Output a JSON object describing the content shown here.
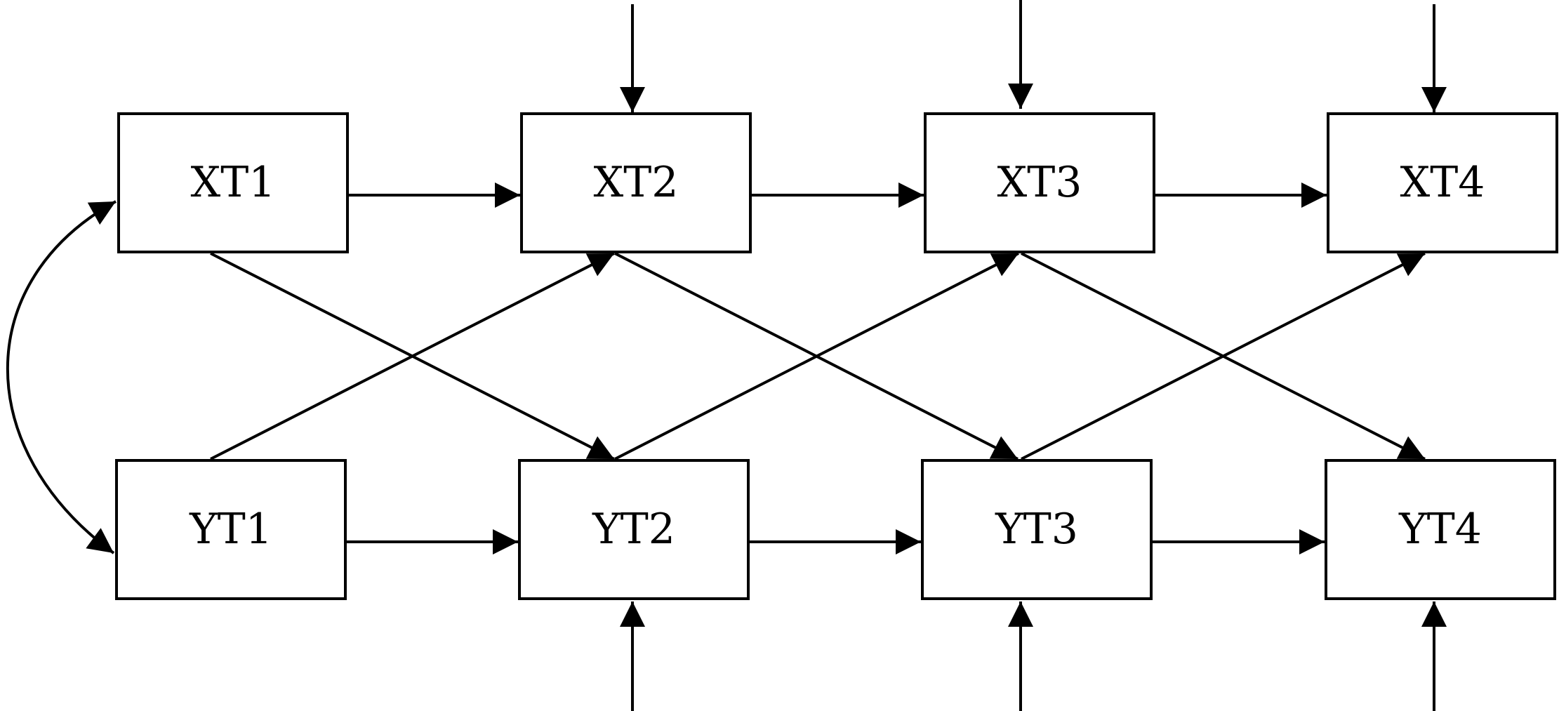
{
  "diagram": {
    "type": "cross-lagged path diagram",
    "colors": {
      "stroke": "#000000",
      "background": "#ffffff"
    },
    "nodes": [
      {
        "id": "XT1",
        "label": "XT1"
      },
      {
        "id": "XT2",
        "label": "XT2"
      },
      {
        "id": "XT3",
        "label": "XT3"
      },
      {
        "id": "XT4",
        "label": "XT4"
      },
      {
        "id": "YT1",
        "label": "YT1"
      },
      {
        "id": "YT2",
        "label": "YT2"
      },
      {
        "id": "YT3",
        "label": "YT3"
      },
      {
        "id": "YT4",
        "label": "YT4"
      }
    ],
    "edges": [
      {
        "from": "XT1",
        "to": "XT2",
        "kind": "autoregressive"
      },
      {
        "from": "XT2",
        "to": "XT3",
        "kind": "autoregressive"
      },
      {
        "from": "XT3",
        "to": "XT4",
        "kind": "autoregressive"
      },
      {
        "from": "YT1",
        "to": "YT2",
        "kind": "autoregressive"
      },
      {
        "from": "YT2",
        "to": "YT3",
        "kind": "autoregressive"
      },
      {
        "from": "YT3",
        "to": "YT4",
        "kind": "autoregressive"
      },
      {
        "from": "XT1",
        "to": "YT2",
        "kind": "cross-lagged"
      },
      {
        "from": "XT2",
        "to": "YT3",
        "kind": "cross-lagged"
      },
      {
        "from": "XT3",
        "to": "YT4",
        "kind": "cross-lagged"
      },
      {
        "from": "YT1",
        "to": "XT2",
        "kind": "cross-lagged"
      },
      {
        "from": "YT2",
        "to": "XT3",
        "kind": "cross-lagged"
      },
      {
        "from": "YT3",
        "to": "XT4",
        "kind": "cross-lagged"
      },
      {
        "from": "XT1",
        "to": "YT1",
        "kind": "covariance",
        "bidirectional": true
      }
    ],
    "disturbances": [
      {
        "target": "XT2"
      },
      {
        "target": "XT3"
      },
      {
        "target": "XT4"
      },
      {
        "target": "YT2"
      },
      {
        "target": "YT3"
      },
      {
        "target": "YT4"
      }
    ]
  }
}
